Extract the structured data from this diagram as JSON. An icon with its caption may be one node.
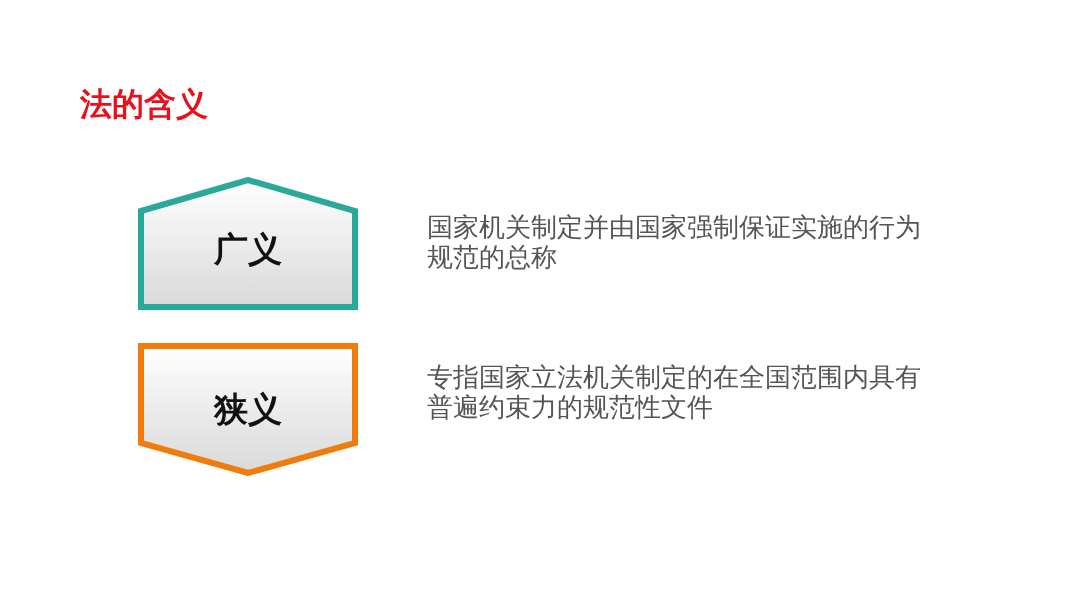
{
  "diagram": {
    "title": "法的含义",
    "nodes": [
      {
        "text": [
          "广义"
        ],
        "beside": [
          "国家机关制定并由国家强制保证实施的行为规范的总称"
        ]
      },
      {
        "text": [
          "狭义"
        ],
        "beside": [
          "专指国家立法机关制定的在全国范围内具有普遍约束力的规范性文件"
        ]
      }
    ]
  }
}
